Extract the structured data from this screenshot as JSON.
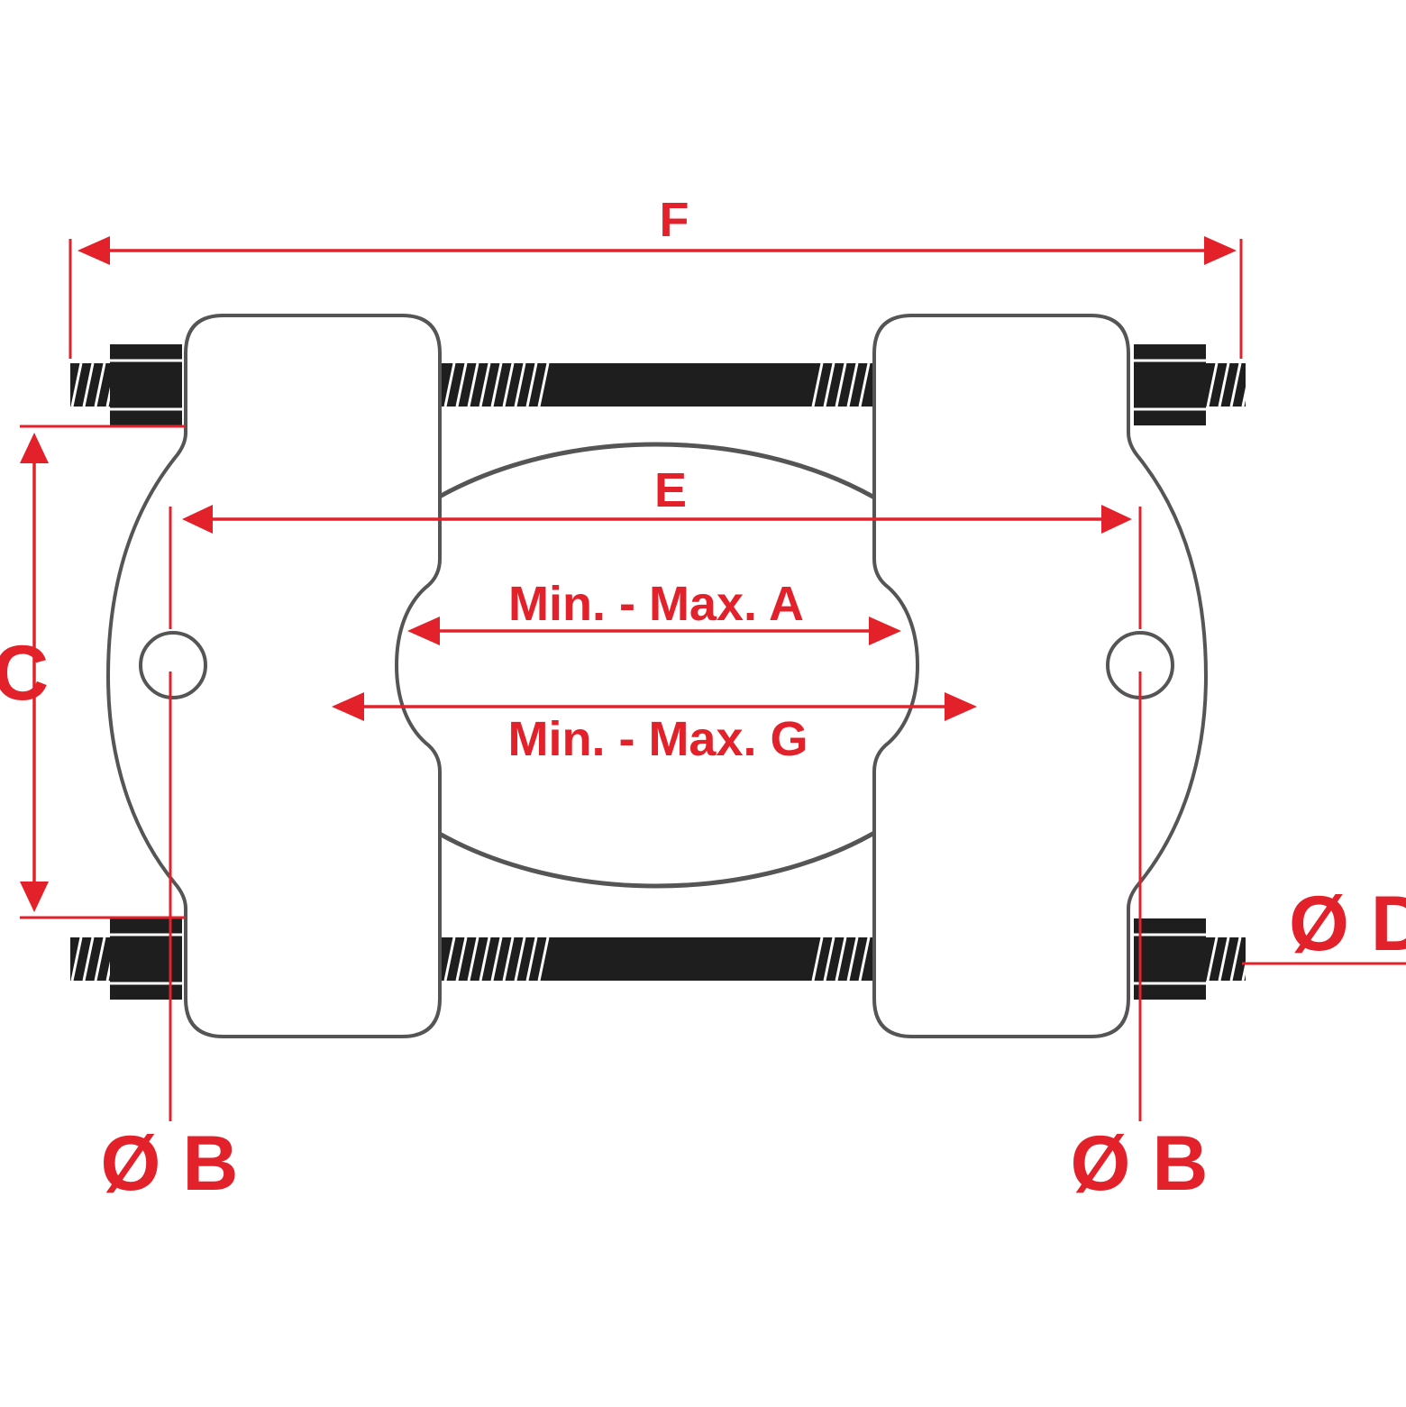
{
  "labels": {
    "f": "F",
    "e": "E",
    "a": "Min. - Max. A",
    "g": "Min. - Max. G",
    "c": "C",
    "d": "Ø D",
    "b_left": "Ø B",
    "b_right": "Ø B"
  },
  "colors": {
    "dimension": "#e3212b",
    "outline": "#555555",
    "metal_dark": "#1e1e1e",
    "background": "#ffffff"
  }
}
